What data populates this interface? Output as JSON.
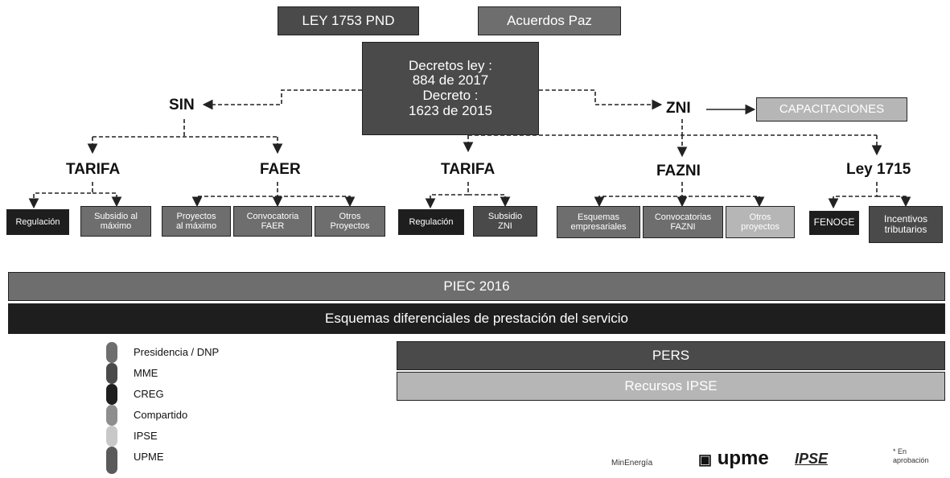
{
  "top": {
    "ley": "LEY 1753 PND",
    "acuerdos": "Acuerdos Paz",
    "decretos": [
      "Decretos ley :",
      "884 de 2017",
      "Decreto :",
      "1623 de 2015"
    ]
  },
  "nodes": {
    "sin": "SIN",
    "zni": "ZNI",
    "capacitaciones": "CAPACITACIONES",
    "tarifa_sin": "TARIFA",
    "faer": "FAER",
    "tarifa_zni": "TARIFA",
    "fazni": "FAZNI",
    "ley1715": "Ley 1715"
  },
  "leaves": {
    "regulacion1": "Regulación",
    "subsidio1": [
      "Subsidio al",
      "máximo"
    ],
    "proyectos": [
      "Proyectos",
      "al máximo"
    ],
    "conv_faer": [
      "Convocatoria",
      "FAER"
    ],
    "otros": [
      "Otros",
      "Proyectos"
    ],
    "regulacion2": "Regulación",
    "subsidio2": [
      "Subsidio",
      "ZNI"
    ],
    "esquemas": [
      "Esquemas",
      "empresariales"
    ],
    "conv_fazni": [
      "Convocatorias",
      "FAZNI"
    ],
    "otros2": [
      "Otros",
      "proyectos"
    ],
    "fenoge": "FENOGE",
    "incentivos": [
      "Incentivos",
      "tributarios"
    ]
  },
  "bands": {
    "piec": "PIEC 2016",
    "esquemas": "Esquemas diferenciales de prestación del servicio",
    "pers": "PERS",
    "recursos": "Recursos IPSE"
  },
  "legend": [
    "Presidencia / DNP",
    "MME",
    "CREG",
    "Compartido",
    "IPSE",
    "UPME"
  ],
  "footer": {
    "minenergia": "MinEnergía",
    "upme": "upme",
    "ipse": "IPSE",
    "note": [
      "* En",
      "aprobación"
    ]
  }
}
